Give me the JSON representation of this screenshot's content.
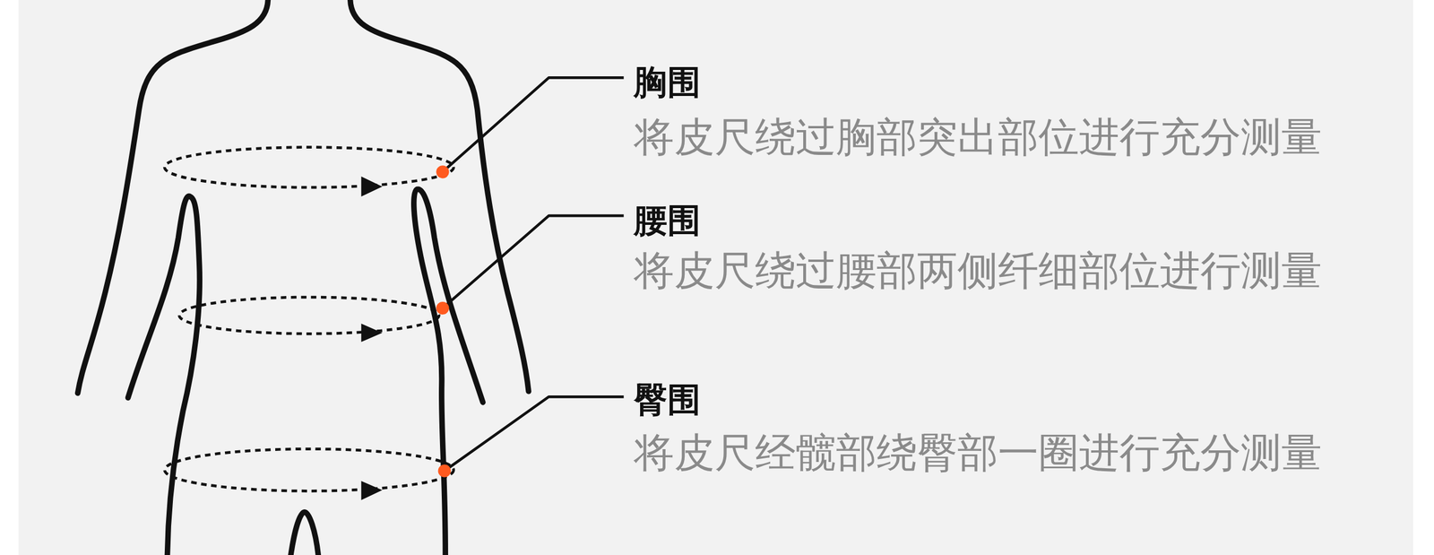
{
  "diagram": {
    "labels": [
      "胸围",
      "将皮尺绕过胸部突出部位进行充分测量",
      "腰围",
      "将皮尺绕过腰部两侧纤细部位进行测量",
      "臀围",
      "将皮尺经髋部绕臀部一圈进行充分测量"
    ]
  }
}
